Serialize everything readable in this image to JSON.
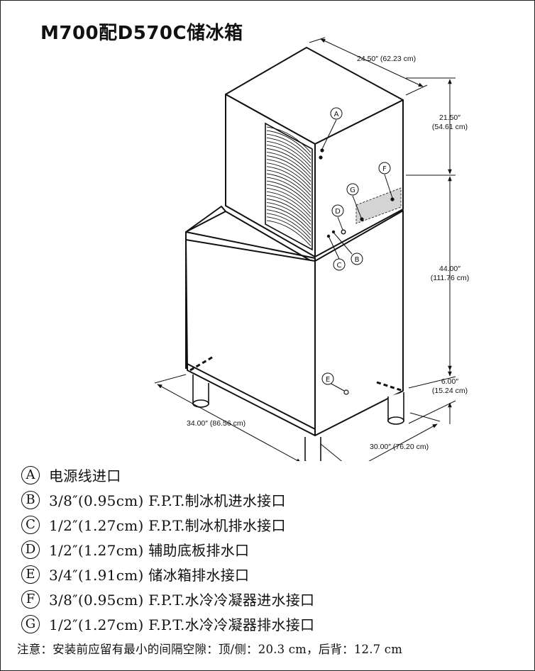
{
  "title": "M700配D570C储冰箱",
  "dimensions": {
    "top_depth": "24.50″ (62.23 cm)",
    "head_height_in": "21.50″",
    "head_height_cm": "(54.61 cm)",
    "bin_height_in": "44.00″",
    "bin_height_cm": "(111.76 cm)",
    "leg_height_in": "6.00″",
    "leg_height_cm": "(15.24 cm)",
    "width": "34.00″ (86.56 cm)",
    "depth": "30.00″ (76.20 cm)"
  },
  "callouts": {
    "a": "A",
    "b": "B",
    "c": "C",
    "d": "D",
    "e": "E",
    "f": "F",
    "g": "G"
  },
  "legend": [
    {
      "letter": "A",
      "text": "电源线进口"
    },
    {
      "letter": "B",
      "text": "3/8″(0.95cm) F.P.T.制冰机进水接口"
    },
    {
      "letter": "C",
      "text": "1/2″(1.27cm) F.P.T.制冰机排水接口"
    },
    {
      "letter": "D",
      "text": "1/2″(1.27cm) 辅助底板排水口"
    },
    {
      "letter": "E",
      "text": "3/4″(1.91cm) 储冰箱排水接口"
    },
    {
      "letter": "F",
      "text": "3/8″(0.95cm) F.P.T.水冷冷凝器进水接口"
    },
    {
      "letter": "G",
      "text": "1/2″(1.27cm) F.P.T.水冷冷凝器排水接口"
    }
  ],
  "note": "注意：安装前应留有最小的间隔空隙：顶/侧：20.3 cm，后背：12.7 cm",
  "colors": {
    "line": "#111111",
    "panel_highlight": "#d4d4d4",
    "background": "#ffffff"
  }
}
